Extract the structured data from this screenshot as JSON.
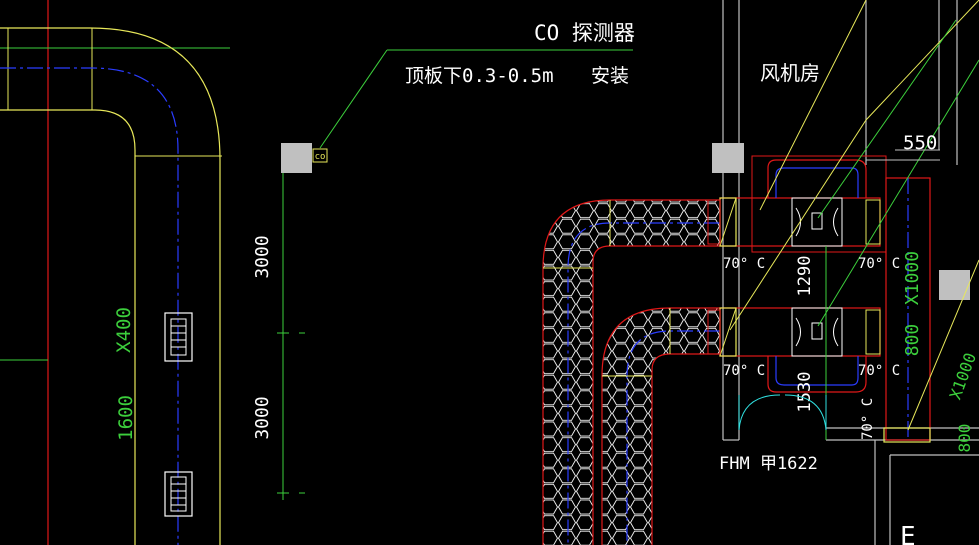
{
  "drawing": {
    "colors": {
      "background": "#000000",
      "red": "#e01818",
      "yellow": "#e8e85a",
      "blue": "#2a3cff",
      "green": "#3ccf3c",
      "white": "#ffffff",
      "grey_marker": "#c0c0c0",
      "cyan": "#30e0e0"
    },
    "annotations": {
      "co_detector": "CO 探测器",
      "mount_height": "顶板下0.3-0.5m",
      "install": "安装",
      "fan_room": "风机房",
      "co_tag": "co",
      "door_tag": "FHM 甲1622",
      "letter_e": "E"
    },
    "dimensions": {
      "dim_550": "550",
      "dim_3000_upper": "3000",
      "dim_3000_lower": "3000",
      "dim_1290": "1290",
      "dim_1530": "1530",
      "dim_1600": "1600",
      "dim_x400": "X400",
      "dim_800": "800",
      "dim_x1000": "X1000",
      "dim_x1000_right": "X1000",
      "dim_800_right": "800"
    },
    "damper_labels": {
      "d1": "70° C",
      "d2": "70° C",
      "d3": "70° C",
      "d4": "70° C",
      "d5": "70° C"
    }
  }
}
